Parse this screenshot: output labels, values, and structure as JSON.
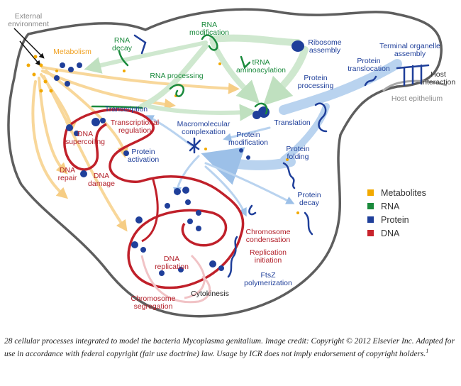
{
  "labels": {
    "external_environment_1": "External",
    "external_environment_2": "environment",
    "metabolism": "Metabolism",
    "rna_decay_1": "RNA",
    "rna_decay_2": "decay",
    "rna_modification_1": "RNA",
    "rna_modification_2": "modification",
    "ribosome_assembly_1": "Ribosome",
    "ribosome_assembly_2": "assembly",
    "terminal_organelle_1": "Terminal organelle",
    "terminal_organelle_2": "assembly",
    "trna_aminoacylation_1": "tRNA",
    "trna_aminoacylation_2": "aminoacylation",
    "rna_processing": "RNA processing",
    "protein_translocation_1": "Protein",
    "protein_translocation_2": "translocation",
    "host_interaction_1": "Host",
    "host_interaction_2": "interaction",
    "protein_processing_1": "Protein",
    "protein_processing_2": "processing",
    "host_epithelium": "Host epithelium",
    "transcription": "Transcription",
    "translation": "Translation",
    "dna_supercoiling_1": "DNA",
    "dna_supercoiling_2": "supercoiling",
    "transcriptional_regulation_1": "Transcriptional",
    "transcriptional_regulation_2": "regulation",
    "macromolecular_complexation_1": "Macromolecular",
    "macromolecular_complexation_2": "complexation",
    "protein_modification_1": "Protein",
    "protein_modification_2": "modification",
    "protein_folding_1": "Protein",
    "protein_folding_2": "folding",
    "protein_activation_1": "Protein",
    "protein_activation_2": "activation",
    "dna_repair_1": "DNA",
    "dna_repair_2": "repair",
    "dna_damage_1": "DNA",
    "dna_damage_2": "damage",
    "protein_decay_1": "Protein",
    "protein_decay_2": "decay",
    "chromosome_condensation_1": "Chromosome",
    "chromosome_condensation_2": "condensation",
    "dna_replication_1": "DNA",
    "dna_replication_2": "replication",
    "replication_initiation_1": "Replication",
    "replication_initiation_2": "initiation",
    "ftsz_polymerization_1": "FtsZ",
    "ftsz_polymerization_2": "polymerization",
    "cytokinesis": "Cytokinesis",
    "chromosome_segregation_1": "Chromosome",
    "chromosome_segregation_2": "segregation"
  },
  "legend": [
    {
      "label": "Metabolites",
      "color": "#f2a900"
    },
    {
      "label": "RNA",
      "color": "#1a8a3c"
    },
    {
      "label": "Protein",
      "color": "#1f3f9a"
    },
    {
      "label": "DNA",
      "color": "#c8232c"
    }
  ],
  "colors": {
    "rna_text": "#1a8a3c",
    "protein_text": "#1f3f9a",
    "dna_text": "#b3202a",
    "metabolism_text": "#f0a020",
    "env_text": "#888888",
    "membrane": "#666666",
    "dna_strand": "#c0202a",
    "protein_flow": "#b9d3ef",
    "rna_flow": "#cfe8cf",
    "metabolite_flow": "#f8d79a"
  },
  "caption": {
    "main": "28 cellular processes integrated to model the bacteria Mycoplasma genitalium. Image credit: Copyright © 2012 Elsevier Inc. Adapted for use in accordance with federal copyright (fair use doctrine) law. Usage by ICR does not imply endorsement of copyright holders.",
    "footnote_mark": "1"
  }
}
